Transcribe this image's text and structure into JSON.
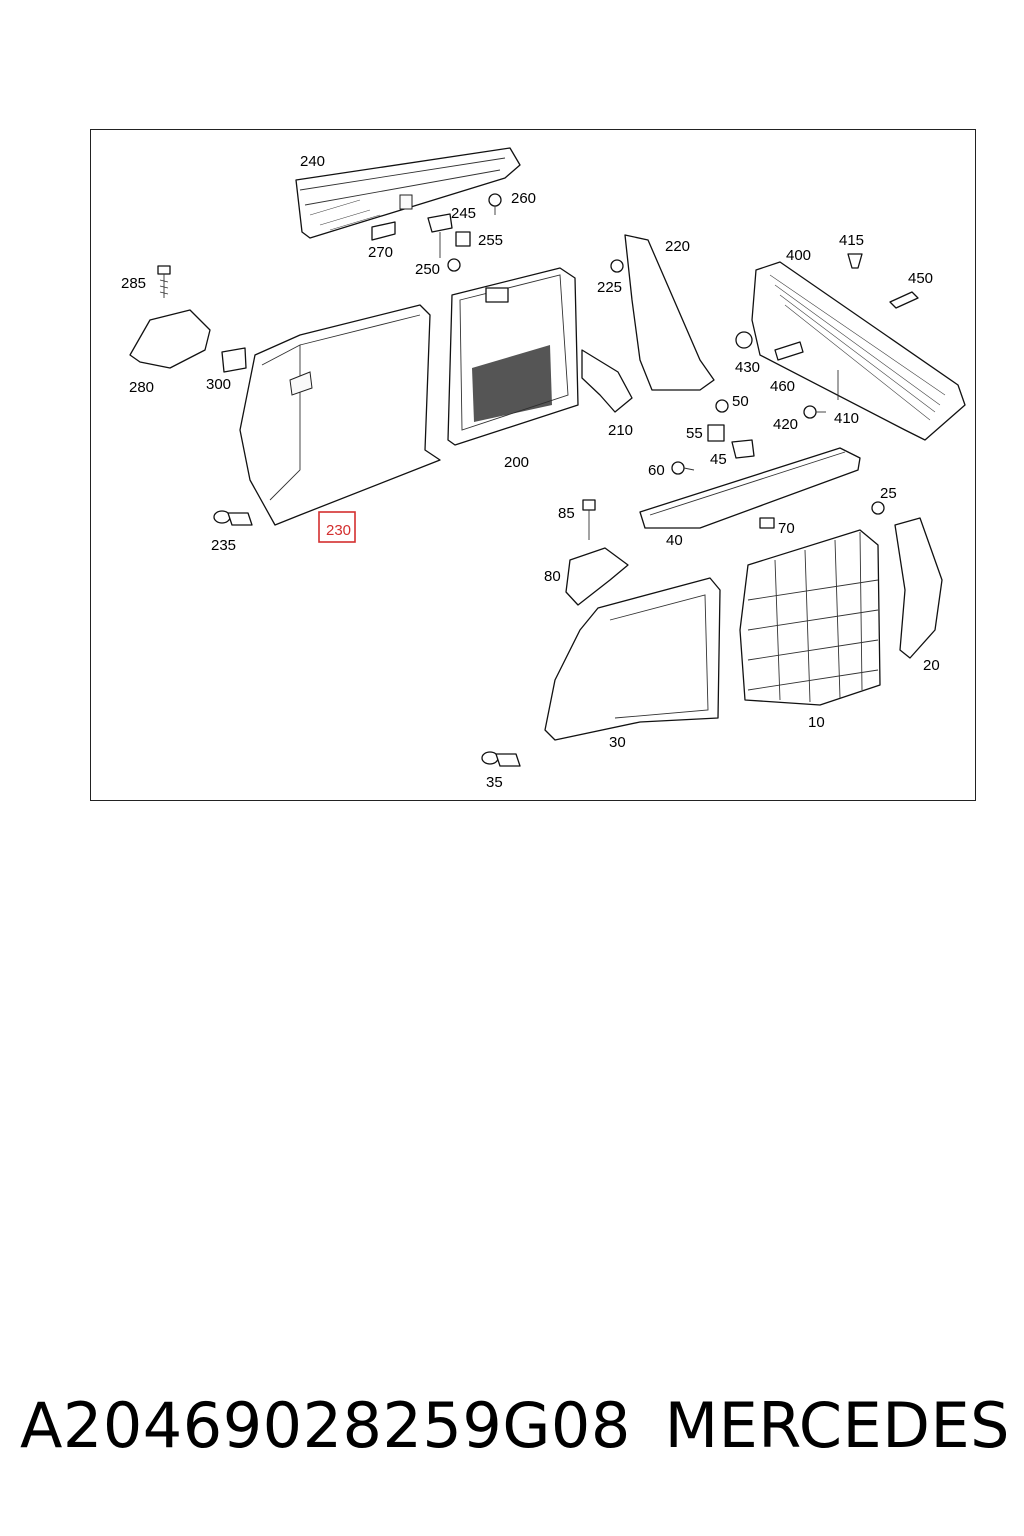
{
  "diagram": {
    "highlight_color": "#d32f2f",
    "highlighted_part": "230",
    "callouts": [
      "240",
      "260",
      "245",
      "255",
      "270",
      "250",
      "220",
      "400",
      "415",
      "450",
      "285",
      "225",
      "430",
      "460",
      "280",
      "300",
      "50",
      "420",
      "410",
      "200",
      "210",
      "55",
      "45",
      "60",
      "25",
      "235",
      "230",
      "85",
      "40",
      "70",
      "80",
      "20",
      "10",
      "30",
      "35"
    ]
  },
  "footer": {
    "part_number": "A20469028259G08",
    "brand": "MERCEDES"
  }
}
